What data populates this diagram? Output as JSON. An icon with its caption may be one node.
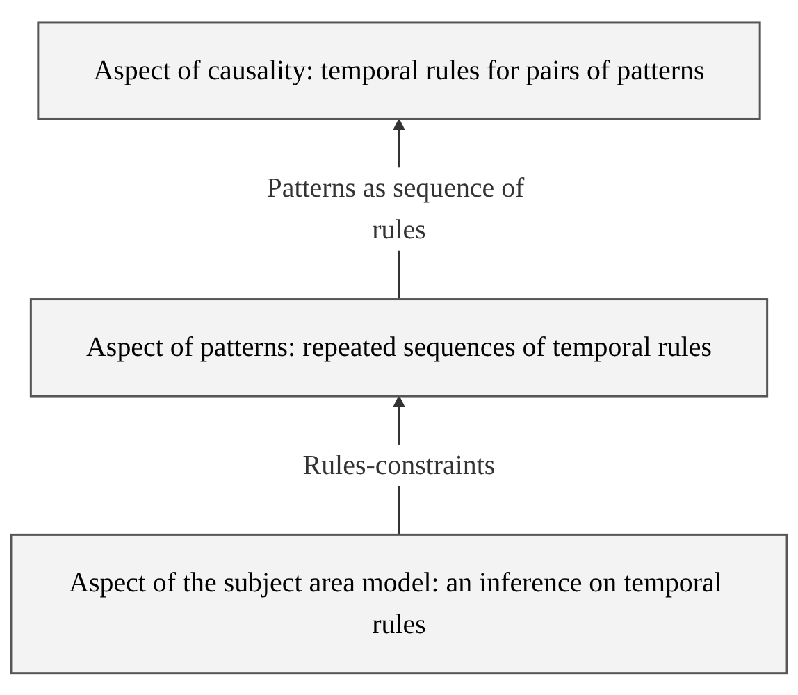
{
  "diagram": {
    "nodes": [
      {
        "text": [
          "Aspect of causality: temporal rules for pairs of patterns"
        ]
      },
      {
        "text": [
          "Aspect of patterns: repeated sequences of temporal rules"
        ]
      },
      {
        "text": [
          "Aspect of the subject area model: an inference on temporal rules"
        ]
      }
    ],
    "edges": [
      {
        "from": 1,
        "to": 0,
        "arrow": "to",
        "label": "Patterns as sequence of rules"
      },
      {
        "from": 2,
        "to": 1,
        "arrow": "to",
        "label": "Rules-constraints"
      }
    ]
  }
}
